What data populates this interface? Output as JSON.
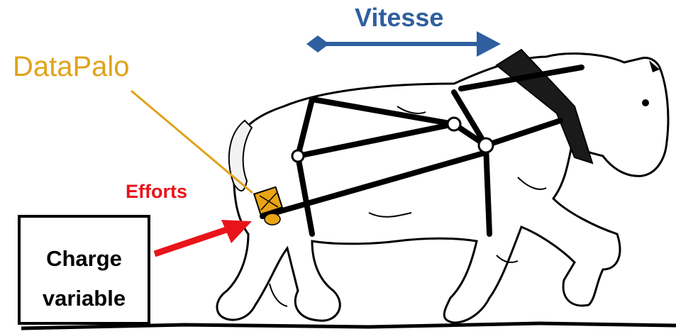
{
  "labels": {
    "speed": "Vitesse",
    "device": "DataPalo",
    "forces": "Efforts",
    "load_line1": "Charge",
    "load_line2": "variable"
  },
  "colors": {
    "speed": "#2f5f9e",
    "device": "#e0a21a",
    "forces": "#e8141a",
    "outline": "#000000"
  }
}
